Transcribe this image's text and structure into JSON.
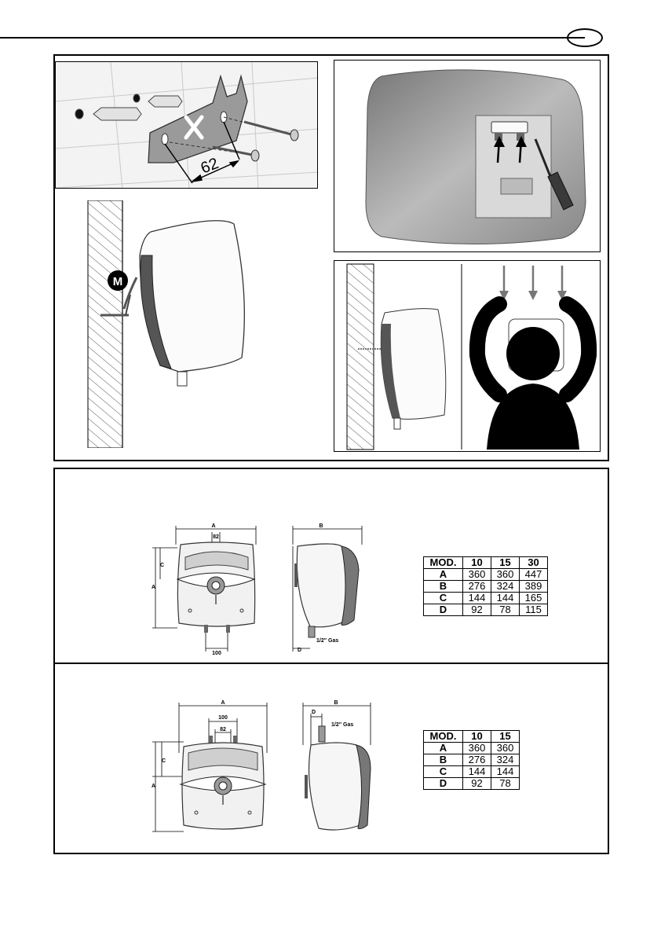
{
  "header": {
    "page_badge": ""
  },
  "install": {
    "bracket_distance": "62",
    "hook_marker": "M"
  },
  "table1": {
    "headers": [
      "MOD.",
      "10",
      "15",
      "30"
    ],
    "rows": [
      {
        "label": "A",
        "values": [
          "360",
          "360",
          "447"
        ]
      },
      {
        "label": "B",
        "values": [
          "276",
          "324",
          "389"
        ]
      },
      {
        "label": "C",
        "values": [
          "144",
          "144",
          "165"
        ]
      },
      {
        "label": "D",
        "values": [
          "92",
          "78",
          "115"
        ]
      }
    ]
  },
  "table2": {
    "headers": [
      "MOD.",
      "10",
      "15"
    ],
    "rows": [
      {
        "label": "A",
        "values": [
          "360",
          "360"
        ]
      },
      {
        "label": "B",
        "values": [
          "276",
          "324"
        ]
      },
      {
        "label": "C",
        "values": [
          "144",
          "144"
        ]
      },
      {
        "label": "D",
        "values": [
          "92",
          "78"
        ]
      }
    ]
  },
  "diagram1": {
    "dim_a": "A",
    "dim_b": "B",
    "dim_c": "C",
    "dim_d": "D",
    "dim_82": "82",
    "dim_100": "100",
    "gas_label": "1/2\" Gas"
  },
  "diagram2": {
    "dim_a": "A",
    "dim_b": "B",
    "dim_c": "C",
    "dim_d": "D",
    "dim_82": "82",
    "dim_100": "100",
    "gas_label": "1/2\" Gas"
  }
}
